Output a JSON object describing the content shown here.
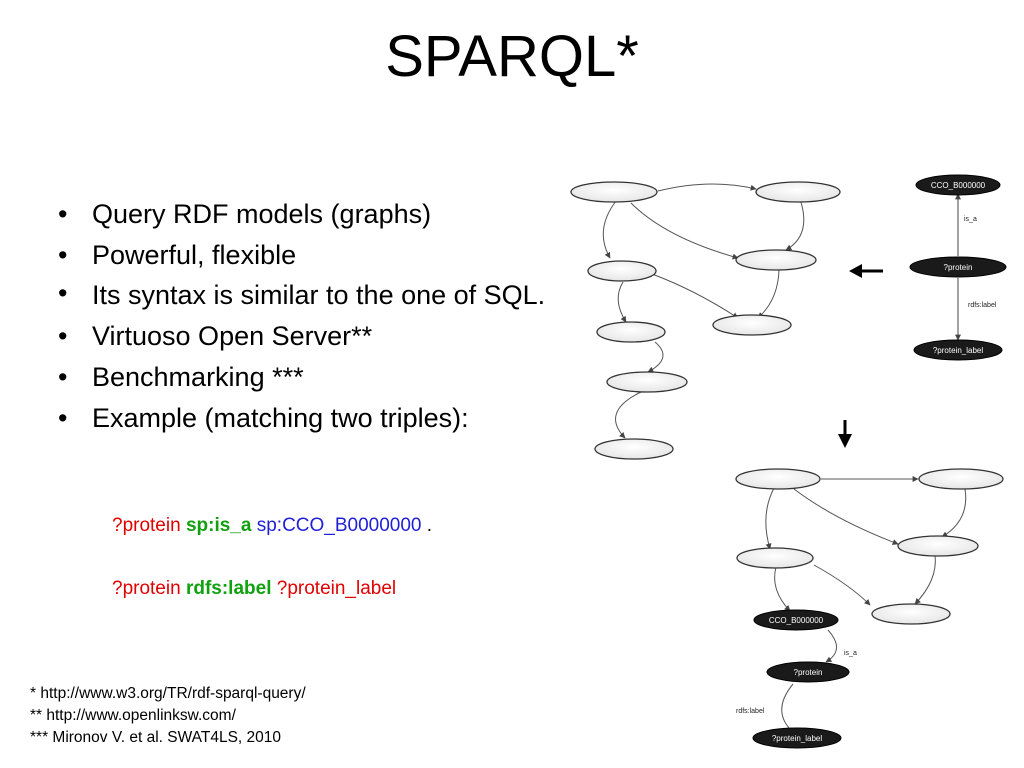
{
  "title": "SPARQL*",
  "bullets": [
    "Query RDF models (graphs)",
    "Powerful, flexible",
    "Its syntax is similar to the one of SQL.",
    "Virtuoso Open Server**",
    "Benchmarking ***",
    "Example (matching two triples):"
  ],
  "query": {
    "line1": {
      "subject": "?protein",
      "predicate": "sp:is_a",
      "object": "sp:CCO_B0000000",
      "end": "."
    },
    "line2": {
      "subject": "?protein",
      "predicate": "rdfs:label",
      "object": "?protein_label"
    }
  },
  "footnotes": [
    "* http://www.w3.org/TR/rdf-sparql-query/",
    "** http://www.openlinksw.com/",
    "*** Mironov V. et al. SWAT4LS, 2010"
  ],
  "pattern": {
    "node_top": "CCO_B000000",
    "edge_top": "is_a",
    "node_middle": "?protein",
    "edge_bottom": "rdfs:label",
    "node_bottom": "?protein_label"
  },
  "matched": {
    "node_top": "CCO_B000000",
    "edge_top": "is_a",
    "node_middle": "?protein",
    "edge_bottom": "rdfs:label",
    "node_bottom": "?protein_label"
  },
  "colors": {
    "variable": "#e00000",
    "predicate": "#10a010",
    "object": "#1f1fd6",
    "node_fill_light": "#eeeeee",
    "node_fill_dark": "#1a1a1a"
  }
}
